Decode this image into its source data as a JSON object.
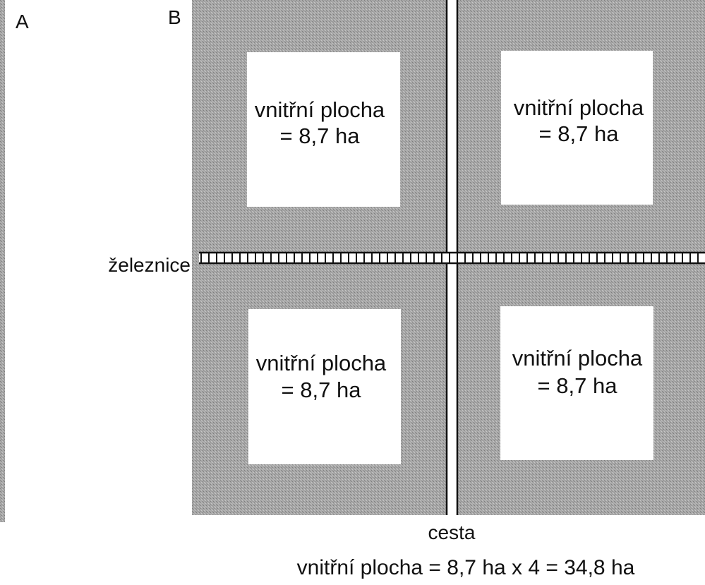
{
  "panels": {
    "a_label": "A",
    "b_label": "B"
  },
  "plots": [
    {
      "line1": "vnitřní plocha",
      "line2": "= 8,7 ha"
    },
    {
      "line1": "vnitřní plocha",
      "line2": "= 8,7 ha"
    },
    {
      "line1": "vnitřní plocha",
      "line2": "= 8,7 ha"
    },
    {
      "line1": "vnitřní plocha",
      "line2": "= 8,7 ha"
    }
  ],
  "railway_label": "železnice",
  "road_label": "cesta",
  "total_formula": "vnitřní plocha = 8,7 ha x 4 = 34,8 ha",
  "colors": {
    "edge_zone": "#a7a7a7",
    "edge_zone_speckle": "#7d7d7d",
    "interior": "#ffffff",
    "ink": "#111111"
  }
}
